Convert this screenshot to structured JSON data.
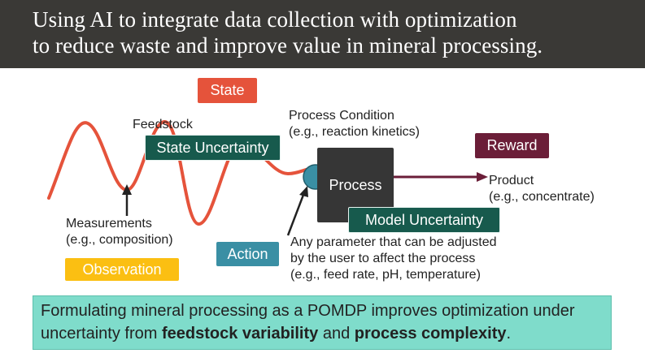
{
  "header": {
    "line1": "Using AI to integrate data collection with optimization",
    "line2": "to reduce waste and improve value in mineral processing."
  },
  "diagram": {
    "state": "State",
    "feedstock": "Feedstock",
    "state_uncertainty": "State Uncertainty",
    "process_condition": [
      "Process Condition",
      "(e.g., reaction kinetics)"
    ],
    "reward": "Reward",
    "process": "Process",
    "product": [
      "Product",
      "(e.g., concentrate)"
    ],
    "model_uncertainty": "Model Uncertainty",
    "measurements": [
      "Measurements",
      "(e.g., composition)"
    ],
    "action": "Action",
    "action_desc": [
      "Any parameter that can be adjusted",
      "by the user to affect the process",
      "(e.g., feed rate, pH, temperature)"
    ],
    "observation": "Observation"
  },
  "conclusion": {
    "part1": "Formulating mineral processing as a POMDP improves optimization under uncertainty from ",
    "bold1": "feedstock variability",
    "part2": " and ",
    "bold2": "process complexity",
    "part3": "."
  },
  "colors": {
    "header_bg": "#3a3936",
    "state": "#e5533b",
    "uncertainty": "#175a4d",
    "reward": "#6b1e38",
    "action": "#3a8fa4",
    "observation": "#fbbf12",
    "conclusion_bg": "#7fdccb"
  }
}
